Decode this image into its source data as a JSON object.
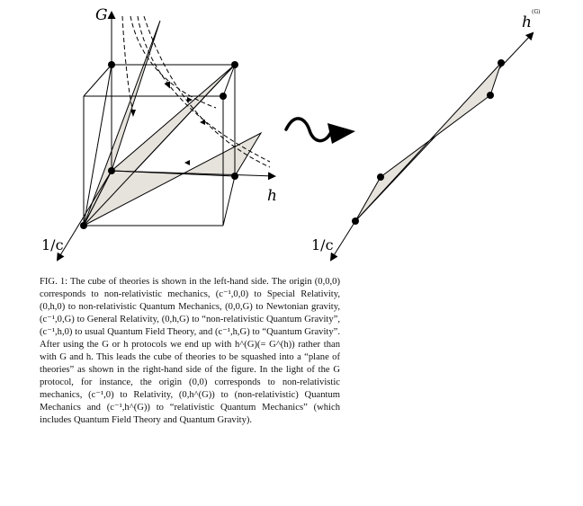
{
  "figure": {
    "left": {
      "axis_g": "G",
      "axis_h": "h",
      "axis_c": "1/c"
    },
    "right": {
      "axis_h": "h",
      "axis_h_sup": "(G)",
      "axis_c": "1/c"
    },
    "arrow_symbol": "squiggle-arrow"
  },
  "caption": {
    "text": "FIG. 1: The cube of theories is shown in the left-hand side. The origin (0,0,0) corresponds to non-relativistic mechanics, (c⁻¹,0,0) to Special Relativity, (0,h,0) to non-relativistic Quantum Mechanics, (0,0,G) to Newtonian gravity, (c⁻¹,0,G) to General Relativity, (0,h,G) to “non-relativistic Quantum Gravity”, (c⁻¹,h,0) to usual Quantum Field Theory, and (c⁻¹,h,G) to “Quantum Gravity”. After using the G or h protocols we end up with h^(G)(= G^(h)) rather than with G and h. This leads the cube of theories to be squashed into a “plane of theories” as shown in the right-hand side of the figure. In the light of the G protocol, for instance, the origin (0,0) corresponds to non-relativistic mechanics, (c⁻¹,0) to Relativity, (0,h^(G)) to (non-relativistic) Quantum Mechanics and (c⁻¹,h^(G)) to “relativistic Quantum Mechanics” (which includes Quantum Field Theory and Quantum Gravity)."
  }
}
